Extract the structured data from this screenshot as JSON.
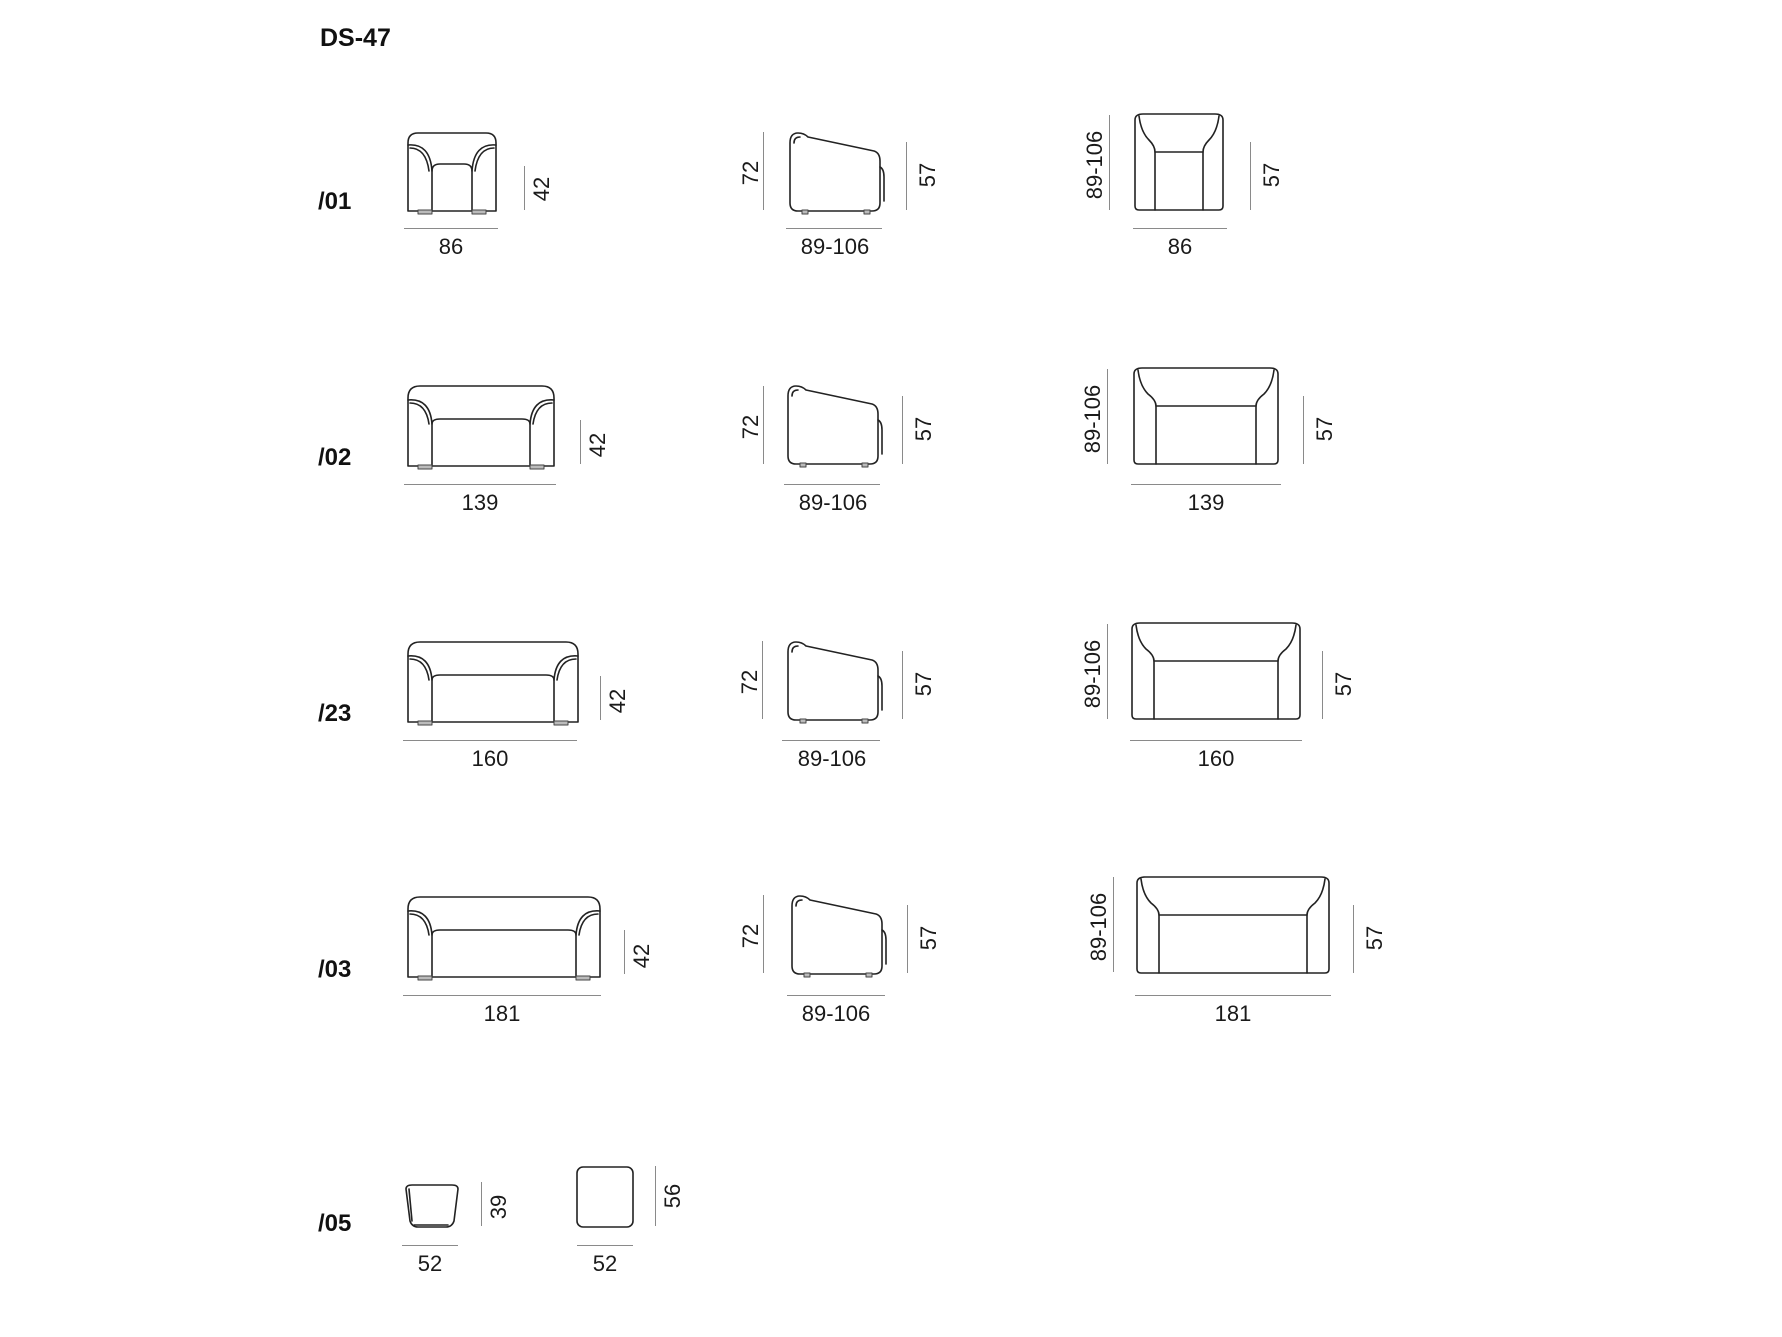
{
  "title": "DS-47",
  "rows": [
    {
      "label": "/01",
      "front": {
        "width": "86",
        "height": "42"
      },
      "side": {
        "depth": "89-106",
        "height_back": "72",
        "height_front": "57"
      },
      "top": {
        "width": "86",
        "depth": "89-106",
        "height": "57"
      }
    },
    {
      "label": "/02",
      "front": {
        "width": "139",
        "height": "42"
      },
      "side": {
        "depth": "89-106",
        "height_back": "72",
        "height_front": "57"
      },
      "top": {
        "width": "139",
        "depth": "89-106",
        "height": "57"
      }
    },
    {
      "label": "/23",
      "front": {
        "width": "160",
        "height": "42"
      },
      "side": {
        "depth": "89-106",
        "height_back": "72",
        "height_front": "57"
      },
      "top": {
        "width": "160",
        "depth": "89-106",
        "height": "57"
      }
    },
    {
      "label": "/03",
      "front": {
        "width": "181",
        "height": "42"
      },
      "side": {
        "depth": "89-106",
        "height_back": "72",
        "height_front": "57"
      },
      "top": {
        "width": "181",
        "depth": "89-106",
        "height": "57"
      }
    },
    {
      "label": "/05",
      "ottoman_side": {
        "width": "52",
        "height": "39"
      },
      "ottoman_top": {
        "width": "52",
        "height": "56"
      }
    }
  ]
}
